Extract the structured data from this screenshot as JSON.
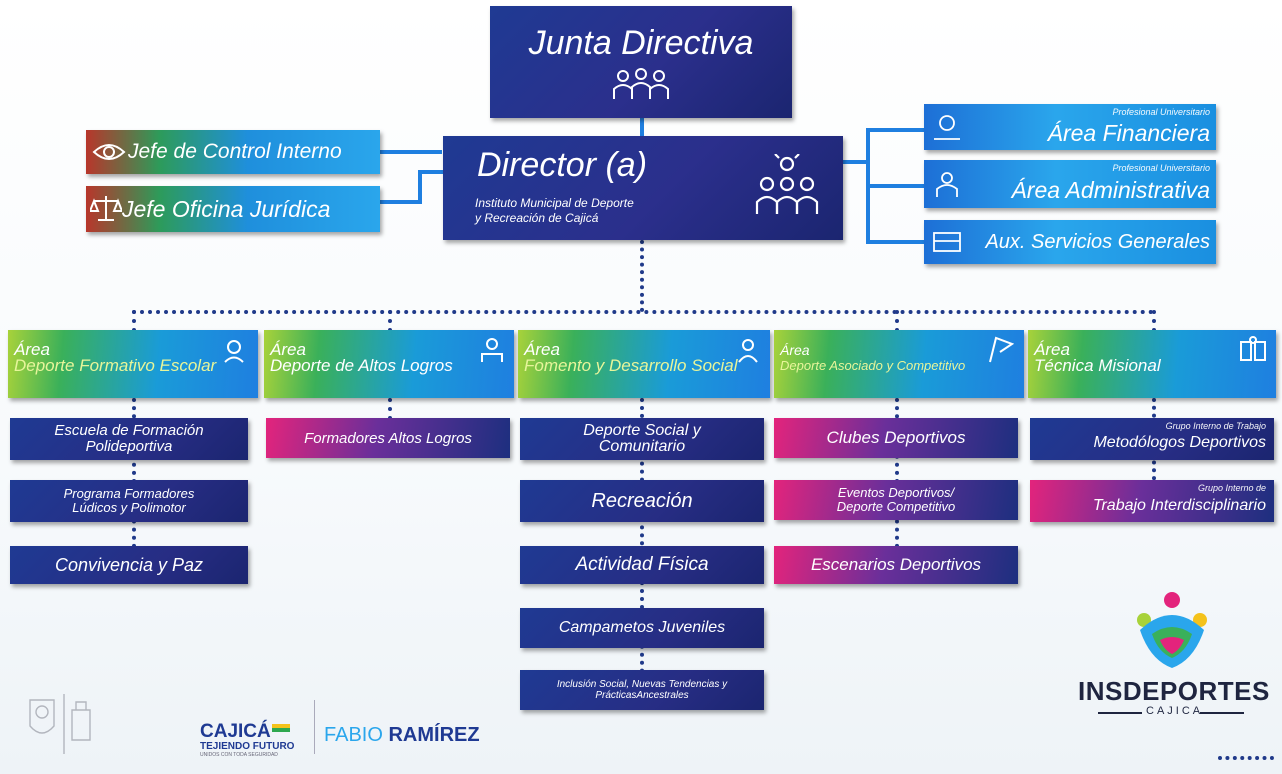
{
  "top": {
    "junta": "Junta Directiva",
    "director": "Director (a)",
    "director_sub1": "Instituto Municipal de Deporte",
    "director_sub2": "y Recreación de Cajicá"
  },
  "left": {
    "control": "Jefe de Control Interno",
    "juridica": "Jefe Oficina Jurídica"
  },
  "right": {
    "fin_small": "Profesional Universitario",
    "fin": "Área Financiera",
    "adm_small": "Profesional Universitario",
    "adm": "Área Administrativa",
    "aux": "Aux. Servicios Generales"
  },
  "areas": [
    {
      "l1": "Área",
      "l2": "Deporte Formativo Escolar",
      "items": [
        "Escuela de Formación Polideportiva",
        "Programa Formadores Lúdicos y Polimotor",
        "Convivencia y Paz"
      ]
    },
    {
      "l1": "Área",
      "l2": "Deporte de Altos Logros",
      "items": [
        "Formadores Altos Logros"
      ]
    },
    {
      "l1": "Área",
      "l2": "Fomento y Desarrollo Social",
      "items": [
        "Deporte Social y Comunitario",
        "Recreación",
        "Actividad Física",
        "Campametos Juveniles",
        "Inclusión Social, Nuevas Tendencias y PrácticasAncestrales"
      ]
    },
    {
      "l1": "Área",
      "l2": "Deporte Asociado y Competitivo",
      "items": [
        "Clubes Deportivos",
        "Eventos Deportivos/ Deporte Competitivo",
        "Escenarios Deportivos"
      ]
    },
    {
      "l1": "Área",
      "l2": "Técnica Misional",
      "items": [
        {
          "small": "Grupo Interno de Trabajo",
          "label": "Metodólogos Deportivos"
        },
        {
          "small": "Grupo Interno de",
          "label": "Trabajo Interdisciplinario"
        }
      ]
    }
  ],
  "footer": {
    "cajica": "CAJICÁ",
    "tejiendo": "TEJIENDO FUTURO",
    "unidos": "UNIDOS CON TODA SEGURIDAD",
    "fabio1": "FABIO",
    "fabio2": "RAMÍREZ",
    "brand": "INSDEPORTES",
    "brand_sub": "CAJICA"
  },
  "colors": {
    "navy": "#1f3a93",
    "cyan": "#2aa6ec",
    "pink": "#e3247c",
    "lime": "#a8d23a"
  }
}
